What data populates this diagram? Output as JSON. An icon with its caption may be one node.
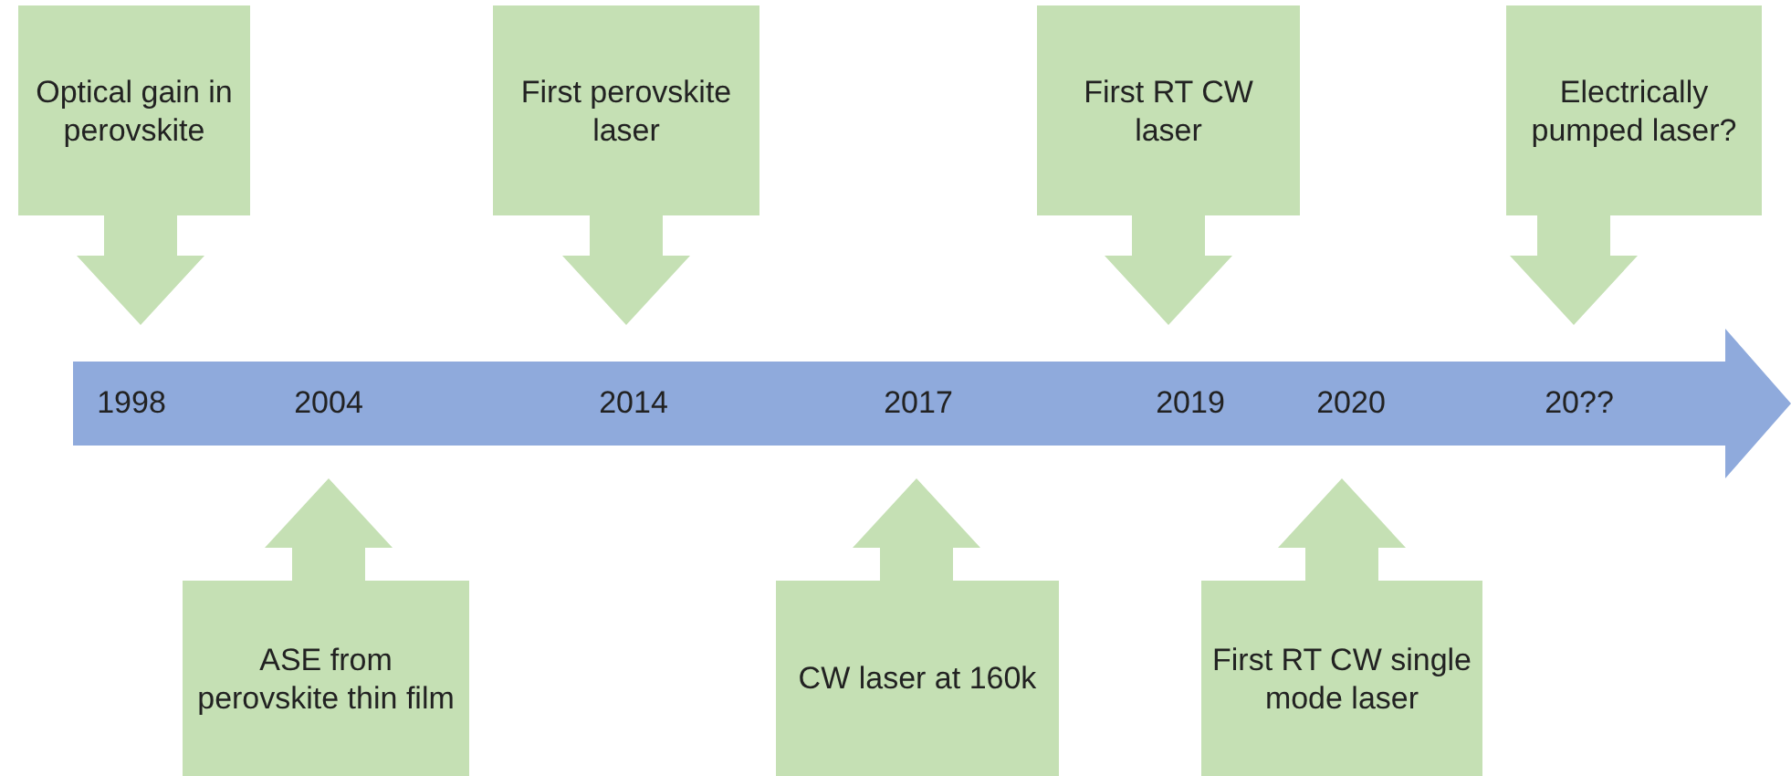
{
  "diagram": {
    "nodes": [
      {
        "text": [
          "1998",
          "2004",
          "2014",
          "2017",
          "2019",
          "2020",
          "20??"
        ]
      },
      {
        "text": [
          "Optical gain in perovskite"
        ]
      },
      {
        "text": [
          "First perovskite laser"
        ]
      },
      {
        "text": [
          "First RT CW laser"
        ]
      },
      {
        "text": [
          "Electrically pumped laser?"
        ]
      },
      {
        "text": [
          "ASE from perovskite thin film"
        ]
      },
      {
        "text": [
          "CW laser at 160k"
        ]
      },
      {
        "text": [
          "First RT CW single mode laser"
        ]
      }
    ]
  }
}
